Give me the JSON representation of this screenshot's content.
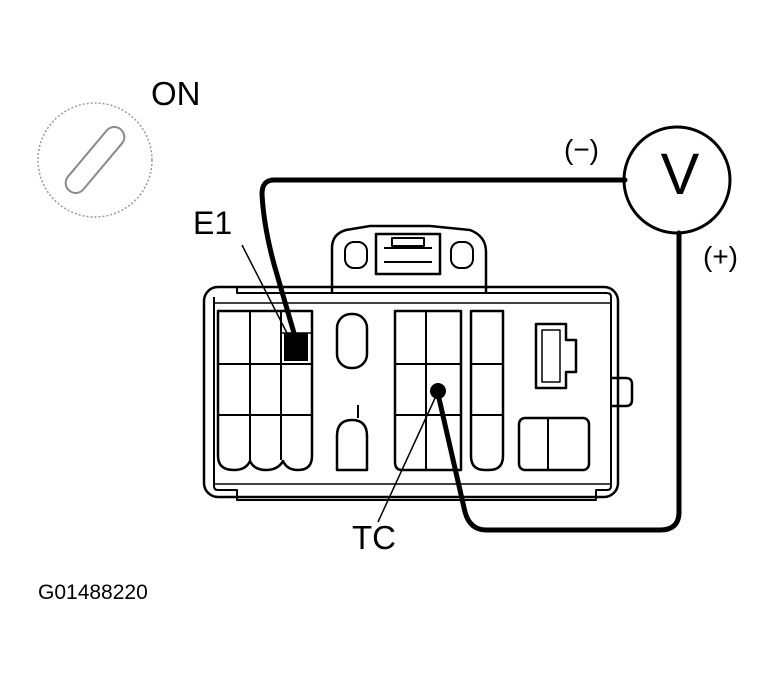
{
  "labels": {
    "ignition": "ON",
    "terminal_e1": "E1",
    "terminal_tc": "TC",
    "negative": "(−)",
    "positive": "(+)",
    "voltmeter": "V",
    "figure_code": "G01488220"
  },
  "icons": {
    "ignition_key": "ignition-key-icon",
    "voltmeter": "voltmeter-icon"
  },
  "colors": {
    "ink": "#000000",
    "key_gray": "#9a9a9a",
    "background": "#ffffff"
  }
}
